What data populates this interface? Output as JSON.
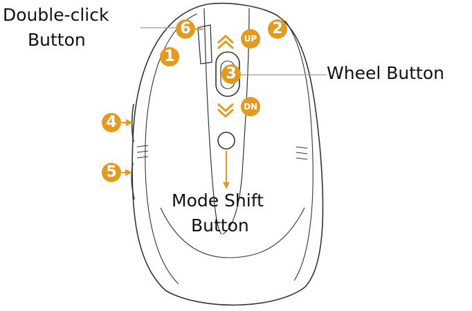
{
  "labels": {
    "double_click": [
      "Double-click",
      "Button"
    ],
    "wheel": "Wheel Button",
    "mode_shift": [
      "Mode Shift",
      "Button"
    ]
  },
  "badges": {
    "b1": "1",
    "b2": "2",
    "b3": "3",
    "b4": "4",
    "b5": "5",
    "b6": "6",
    "up": "UP",
    "dn": "DN"
  },
  "colors": {
    "badge": "#e39a1f",
    "outline": "#333333",
    "leader": "#9a9a9a",
    "text": "#111111"
  },
  "icons": {
    "scroll_up": "chevron-up-icon",
    "scroll_down": "chevron-down-icon"
  }
}
